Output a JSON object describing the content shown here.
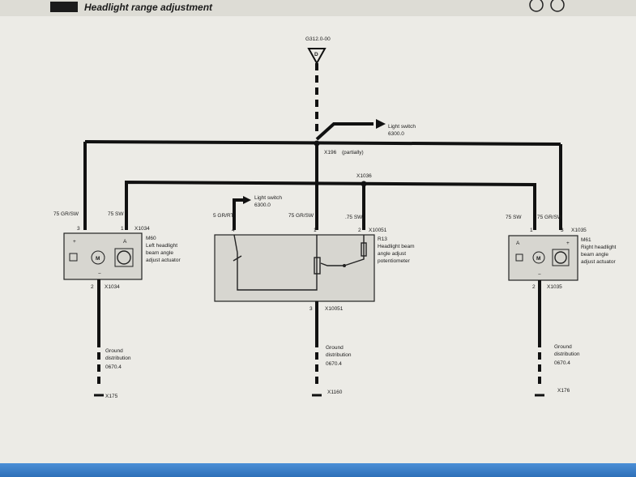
{
  "title": "Headlight range adjustment",
  "supply": {
    "connector": "G312.0-00",
    "pin": "D"
  },
  "light_switch_top": {
    "label": "Light switch",
    "ref": "6300.0"
  },
  "light_switch_mid": {
    "label": "Light switch",
    "ref": "6300.0"
  },
  "connectors": {
    "x196": "X196",
    "x196_note": "(partially)",
    "x1036": "X1036",
    "x1034_top": "X1034",
    "x1034_bot": "X1034",
    "x10051_top": "X10051",
    "x10051_bot": "X10051",
    "x1035_top": "X1035",
    "x1035_bot": "X1035"
  },
  "wires": {
    "left_a": "75 GR/SW",
    "left_b": "75 SW",
    "mid_a": "5 GR/RT",
    "mid_b": "75 GR/SW",
    "mid_c": ".75 SW",
    "right_a": "75 SW",
    "right_b": "75 GR/SW"
  },
  "pins": {
    "l3": "3",
    "l1": "1",
    "l2": "2",
    "m4": "4",
    "m1": "1",
    "m2": "2",
    "m3": "3",
    "r1": "1",
    "r3": "3",
    "r2": "2"
  },
  "signs": {
    "plus": "+",
    "minus": "−"
  },
  "m60": {
    "id": "M60",
    "line1": "Left headlight",
    "line2": "beam angle",
    "line3": "adjust actuator"
  },
  "r13": {
    "id": "R13",
    "line1": "Headlight beam",
    "line2": "angle adjust",
    "line3": "potentiometer"
  },
  "m61": {
    "id": "M61",
    "line1": "Right headlight",
    "line2": "beam angle",
    "line3": "adjust actuator"
  },
  "grounds": [
    {
      "line1": "Ground",
      "line2": "distribution",
      "ref": "0670.4",
      "terminal": "X175"
    },
    {
      "line1": "Ground",
      "line2": "distribution",
      "ref": "0670.4",
      "terminal": "X1160"
    },
    {
      "line1": "Ground",
      "line2": "distribution",
      "ref": "0670.4",
      "terminal": "X176"
    }
  ]
}
